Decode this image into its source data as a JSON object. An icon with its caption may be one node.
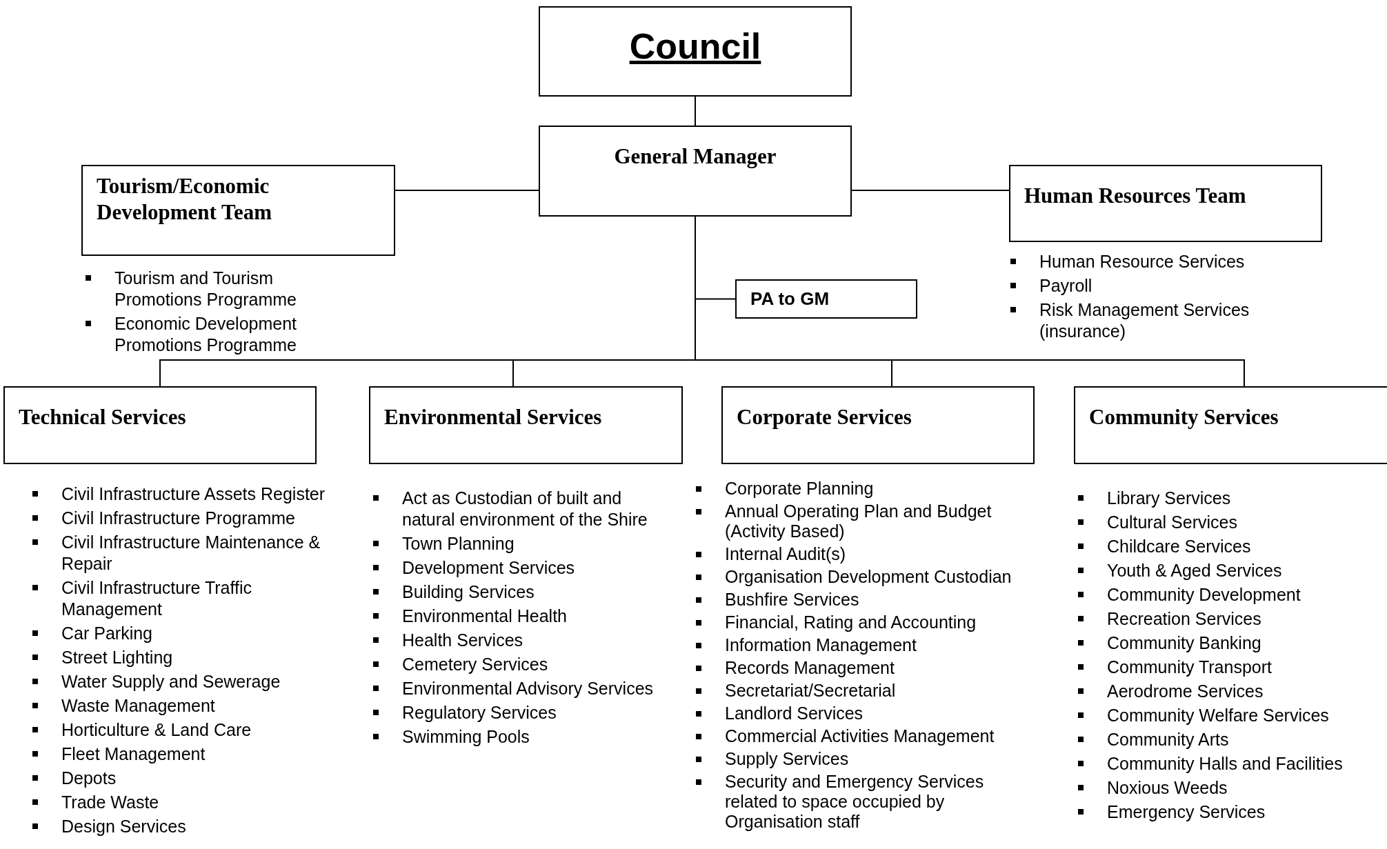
{
  "diagram": {
    "nodes": [
      {
        "text": [
          "Council"
        ]
      },
      {
        "text": [
          "General Manager"
        ]
      },
      {
        "text": [
          "Tourism/Economic Development Team"
        ],
        "beside": [
          "Tourism and Tourism Promotions Programme",
          "Economic Development Promotions Programme"
        ]
      },
      {
        "text": [
          "Human Resources Team"
        ],
        "beside": [
          "Human Resource Services",
          "Payroll",
          "Risk Management Services (insurance)"
        ]
      },
      {
        "text": [
          "PA to GM"
        ]
      },
      {
        "text": [
          "Technical Services"
        ],
        "beside": [
          "Civil Infrastructure Assets Register",
          "Civil Infrastructure Programme",
          "Civil Infrastructure Maintenance & Repair",
          "Civil Infrastructure Traffic Management",
          "Car Parking",
          "Street Lighting",
          "Water Supply and Sewerage",
          "Waste Management",
          "Horticulture & Land Care",
          "Fleet Management",
          "Depots",
          "Trade Waste",
          "Design Services"
        ]
      },
      {
        "text": [
          "Environmental Services"
        ],
        "beside": [
          "Act as Custodian of built and natural environment of the Shire",
          "Town Planning",
          "Development Services",
          "Building Services",
          "Environmental Health",
          "Health Services",
          "Cemetery Services",
          "Environmental Advisory Services",
          "Regulatory Services",
          "Swimming Pools"
        ]
      },
      {
        "text": [
          "Corporate Services"
        ],
        "beside": [
          "Corporate Planning",
          "Annual Operating Plan and Budget (Activity Based)",
          "Internal Audit(s)",
          "Organisation Development Custodian",
          "Bushfire Services",
          "Financial, Rating and Accounting",
          "Information Management",
          "Records Management",
          "Secretariat/Secretarial",
          "Landlord Services",
          "Commercial Activities Management",
          "Supply Services",
          "Security and Emergency Services related to space occupied by Organisation staff"
        ]
      },
      {
        "text": [
          "Community Services"
        ],
        "beside": [
          "Library Services",
          "Cultural Services",
          "Childcare Services",
          "Youth & Aged Services",
          "Community Development",
          "Recreation Services",
          "Community Banking",
          "Community Transport",
          "Aerodrome Services",
          "Community Welfare Services",
          "Community Arts",
          "Community Halls and Facilities",
          "Noxious Weeds",
          "Emergency Services"
        ]
      }
    ],
    "edges": [
      {
        "from": 0,
        "to": 1,
        "arrow": "none"
      },
      {
        "from": 1,
        "to": 2,
        "arrow": "none"
      },
      {
        "from": 1,
        "to": 3,
        "arrow": "none"
      },
      {
        "from": 1,
        "to": 4,
        "arrow": "none"
      },
      {
        "from": 1,
        "to": 5,
        "arrow": "none"
      },
      {
        "from": 1,
        "to": 6,
        "arrow": "none"
      },
      {
        "from": 1,
        "to": 7,
        "arrow": "none"
      },
      {
        "from": 1,
        "to": 8,
        "arrow": "none"
      }
    ]
  }
}
